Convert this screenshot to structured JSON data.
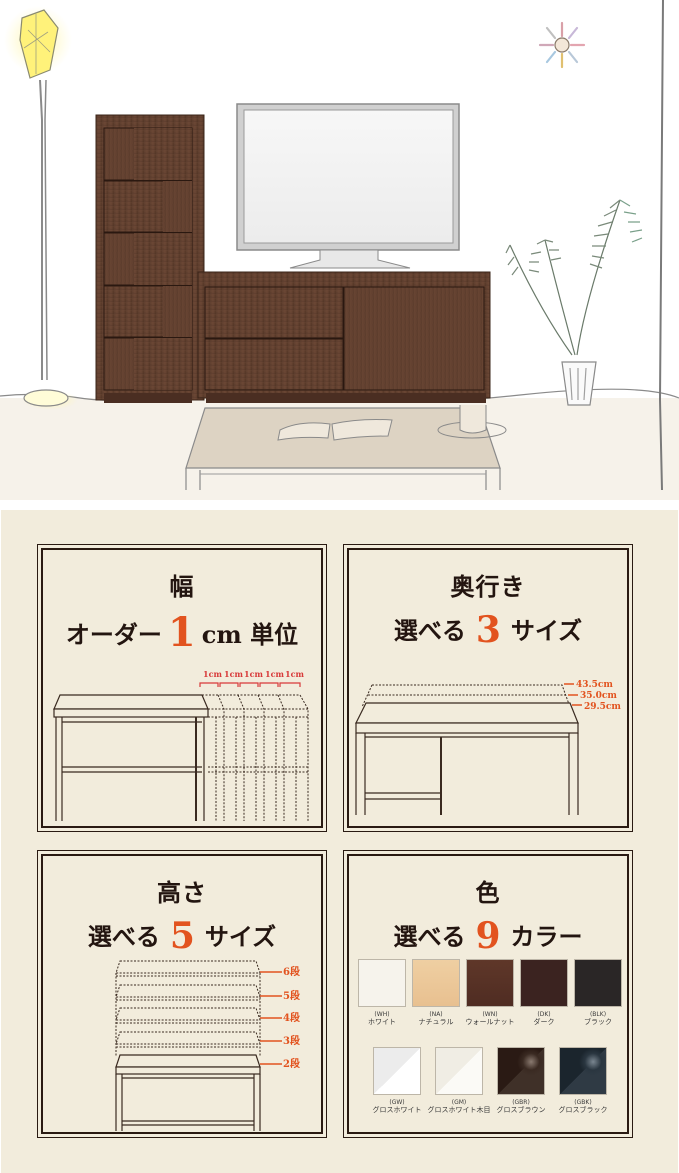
{
  "hero": {
    "scene": "living-room illustration with walnut tall chest, TV board, television, floor lamp, wall clock, potted plant, and coffee table"
  },
  "features": [
    {
      "id": "width",
      "title": "幅",
      "subtitle_pre": "オーダー",
      "number": "1",
      "subtitle_post": "cm 単位",
      "increments": [
        "1cm",
        "1cm",
        "1cm",
        "1cm",
        "1cm"
      ]
    },
    {
      "id": "depth",
      "title": "奥行き",
      "subtitle_pre": "選べる",
      "number": "3",
      "subtitle_post": "サイズ",
      "sizes": [
        "43.5cm",
        "35.0cm",
        "29.5cm"
      ]
    },
    {
      "id": "height",
      "title": "高さ",
      "subtitle_pre": "選べる",
      "number": "5",
      "subtitle_post": "サイズ",
      "tiers": [
        "6段",
        "5段",
        "4段",
        "3段",
        "2段"
      ]
    },
    {
      "id": "color",
      "title": "色",
      "subtitle_pre": "選べる",
      "number": "9",
      "subtitle_post": "カラー",
      "colors_row1": [
        {
          "code": "(WH)",
          "name": "ホワイト",
          "hex": "#f6f3ec"
        },
        {
          "code": "(NA)",
          "name": "ナチュラル",
          "hex": "#ebc596"
        },
        {
          "code": "(WN)",
          "name": "ウォールナット",
          "hex": "#5a3327"
        },
        {
          "code": "(DK)",
          "name": "ダーク",
          "hex": "#3b2320"
        },
        {
          "code": "(BLK)",
          "name": "ブラック",
          "hex": "#2a2626"
        }
      ],
      "colors_row2": [
        {
          "code": "(GW)",
          "name": "グロスホワイト",
          "hex": "#f4f4f4"
        },
        {
          "code": "(GM)",
          "name": "グロスホワイト木目",
          "hex": "#f6f3ec"
        },
        {
          "code": "(GBR)",
          "name": "グロスブラウン",
          "hex": "#2c1f19"
        },
        {
          "code": "(GBK)",
          "name": "グロスブラック",
          "hex": "#1f2a33"
        }
      ]
    }
  ],
  "colors": {
    "accent": "#e2531f",
    "panel_bg": "#f2ecdc",
    "border": "#2a1a12",
    "wood": "#5a3a2a"
  }
}
